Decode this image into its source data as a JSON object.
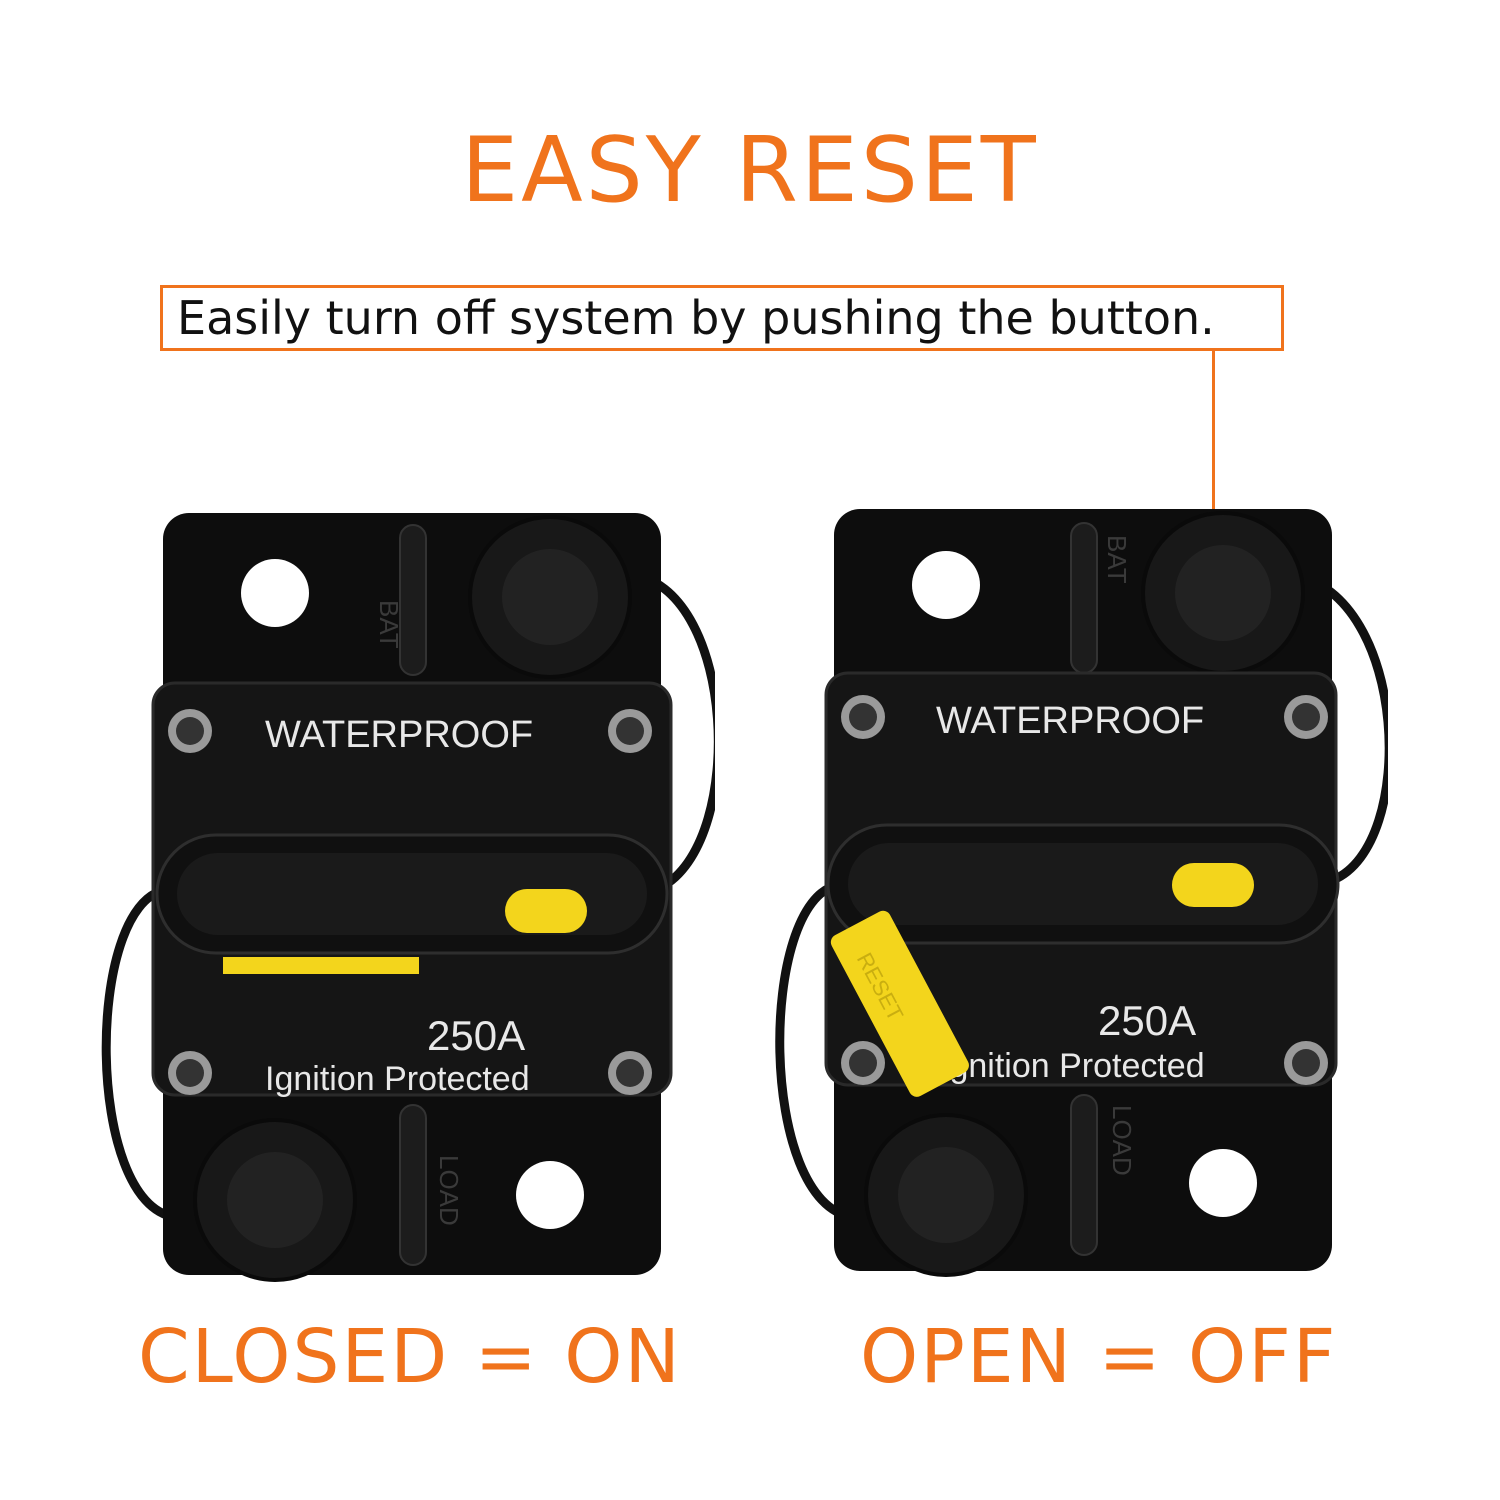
{
  "headline": "EASY RESET",
  "callout": "Easily turn off system by pushing the button.",
  "colors": {
    "accent": "#f0731c",
    "body": "#151515",
    "plate": "#0d0d0d",
    "yellow": "#f3d51c"
  },
  "breakers": [
    {
      "state_label": "CLOSED = ON",
      "waterproof_label": "WATERPROOF",
      "rating": "250A",
      "ignition_label": "Ignition Protected",
      "top_terminal_label": "BAT",
      "bottom_terminal_label": "LOAD",
      "reset_lever": "stowed"
    },
    {
      "state_label": "OPEN = OFF",
      "waterproof_label": "WATERPROOF",
      "rating": "250A",
      "ignition_label": "Ignition Protected",
      "top_terminal_label": "BAT",
      "bottom_terminal_label": "LOAD",
      "reset_lever": "popped",
      "reset_lever_text": "RESET"
    }
  ]
}
